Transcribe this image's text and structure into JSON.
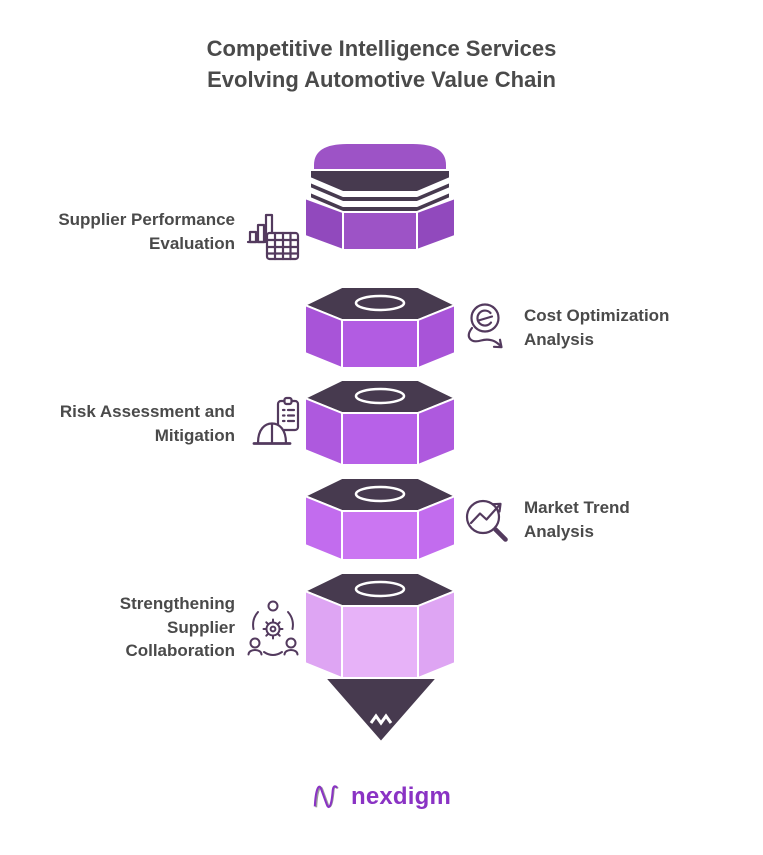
{
  "title": {
    "line1": "Competitive Intelligence Services",
    "line2": "Evolving Automotive Value Chain"
  },
  "items": [
    {
      "label": "Supplier Performance Evaluation",
      "side": "left",
      "icon": "bar-chart-table"
    },
    {
      "label": "Cost Optimization Analysis",
      "side": "right",
      "icon": "coin-descending-arrow"
    },
    {
      "label": "Risk Assessment and Mitigation",
      "side": "left",
      "icon": "safety-helmet-checklist"
    },
    {
      "label": "Market Trend Analysis",
      "side": "right",
      "icon": "magnifier-trend-arrow"
    },
    {
      "label": "Strengthening Supplier Collaboration",
      "side": "left",
      "icon": "people-around-gear"
    }
  ],
  "logo": {
    "text": "nexdigm"
  },
  "colors": {
    "title_text": "#4a4a4a",
    "label_text": "#4a4a4a",
    "icon_stroke": "#533a5e",
    "dark": "#473a4f",
    "s1_front": "#9d53c6",
    "s1_side": "#9149bd",
    "s2_front": "#b25ce2",
    "s2_side": "#a854d8",
    "s3_front": "#b761e8",
    "s3_side": "#ae59de",
    "s4_front": "#cb76f2",
    "s4_side": "#c26cee",
    "s5_front": "#e7b2f8",
    "s5_side": "#dea5f3",
    "logo_purple": "#8a33c4",
    "logo_gray": "#9b9b9b",
    "background": "#ffffff"
  }
}
